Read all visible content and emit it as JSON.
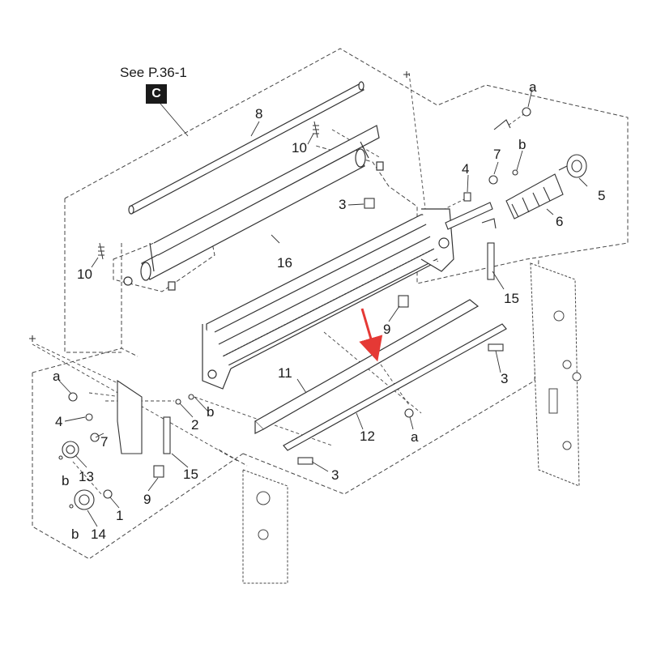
{
  "reference": {
    "see_text": "See P.36-1",
    "badge": "C"
  },
  "colors": {
    "line": "#333333",
    "dash": "#444444",
    "arrow": "#e53935",
    "badge_bg": "#1a1a1a"
  },
  "callouts": [
    {
      "id": "a-top",
      "text": "a"
    },
    {
      "id": "7-top",
      "text": "7"
    },
    {
      "id": "b-top",
      "text": "b"
    },
    {
      "id": "4-top",
      "text": "4"
    },
    {
      "id": "5",
      "text": "5"
    },
    {
      "id": "6",
      "text": "6"
    },
    {
      "id": "3-top",
      "text": "3"
    },
    {
      "id": "8",
      "text": "8"
    },
    {
      "id": "10-top",
      "text": "10"
    },
    {
      "id": "10-left",
      "text": "10"
    },
    {
      "id": "16",
      "text": "16"
    },
    {
      "id": "15-right",
      "text": "15"
    },
    {
      "id": "9-right",
      "text": "9"
    },
    {
      "id": "3-right",
      "text": "3"
    },
    {
      "id": "11",
      "text": "11"
    },
    {
      "id": "12",
      "text": "12"
    },
    {
      "id": "a-mid",
      "text": "a"
    },
    {
      "id": "3-bottom",
      "text": "3"
    },
    {
      "id": "a-left",
      "text": "a"
    },
    {
      "id": "4-left",
      "text": "4"
    },
    {
      "id": "2",
      "text": "2"
    },
    {
      "id": "b-mid",
      "text": "b"
    },
    {
      "id": "7-left",
      "text": "7"
    },
    {
      "id": "13",
      "text": "13"
    },
    {
      "id": "b-left1",
      "text": "b"
    },
    {
      "id": "15-left",
      "text": "15"
    },
    {
      "id": "9-left",
      "text": "9"
    },
    {
      "id": "1",
      "text": "1"
    },
    {
      "id": "14",
      "text": "14"
    },
    {
      "id": "b-left2",
      "text": "b"
    }
  ]
}
